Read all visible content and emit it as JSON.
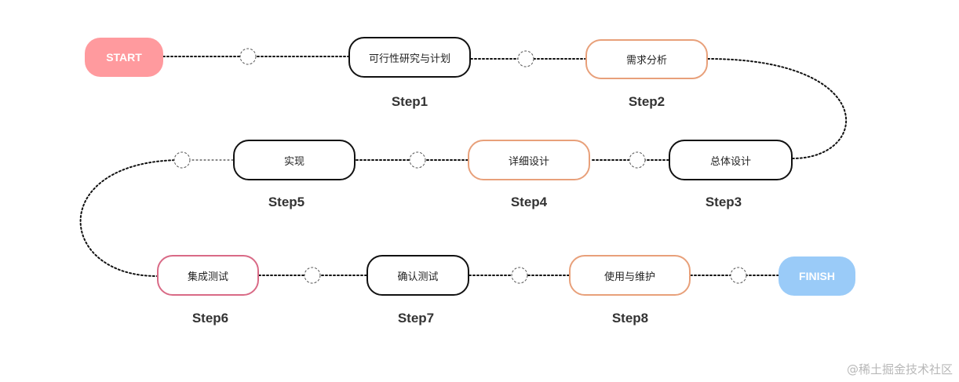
{
  "start_label": "START",
  "finish_label": "FINISH",
  "steps": [
    {
      "label": "Step1",
      "task": "可行性研究与计划"
    },
    {
      "label": "Step2",
      "task": "需求分析"
    },
    {
      "label": "Step3",
      "task": "总体设计"
    },
    {
      "label": "Step4",
      "task": "详细设计"
    },
    {
      "label": "Step5",
      "task": "实现"
    },
    {
      "label": "Step6",
      "task": "集成测试"
    },
    {
      "label": "Step7",
      "task": "确认测试"
    },
    {
      "label": "Step8",
      "task": "使用与维护"
    }
  ],
  "watermark": "@稀土掘金技术社区",
  "colors": {
    "start": "#ff9a9e",
    "finish": "#9acbf8",
    "orange_border": "#e8a07a",
    "pink_border": "#d96a86",
    "black_border": "#111111"
  }
}
